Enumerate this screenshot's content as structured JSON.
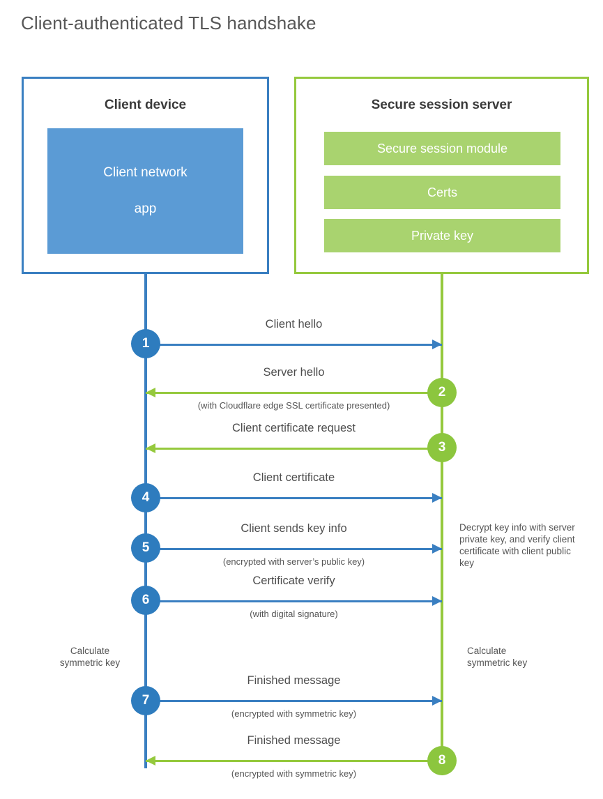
{
  "title": "Client-authenticated TLS handshake",
  "colors": {
    "blue_border": "#3a7fc1",
    "blue_fill": "#5b9bd5",
    "blue_circle": "#2e7cbe",
    "green_border": "#95c93d",
    "green_fill": "#a9d36f",
    "green_circle": "#8cc63e",
    "text": "#4d4d4d",
    "background": "#ffffff"
  },
  "client": {
    "title": "Client device",
    "app_label_line1": "Client network",
    "app_label_line2": "app"
  },
  "server": {
    "title": "Secure session server",
    "blocks": [
      {
        "label": "Secure session module"
      },
      {
        "label": "Certs"
      },
      {
        "label": "Private key"
      }
    ]
  },
  "steps": [
    {
      "number": "1",
      "label": "Client hello",
      "sublabel": "",
      "direction": "to-server",
      "color": "blue"
    },
    {
      "number": "2",
      "label": "Server hello",
      "sublabel": "(with Cloudflare edge SSL certificate presented)",
      "direction": "to-client",
      "color": "green"
    },
    {
      "number": "3",
      "label": "Client certificate request",
      "sublabel": "",
      "direction": "to-client",
      "color": "green"
    },
    {
      "number": "4",
      "label": "Client certificate",
      "sublabel": "",
      "direction": "to-server",
      "color": "blue"
    },
    {
      "number": "5",
      "label": "Client sends key info",
      "sublabel": "(encrypted with server’s public key)",
      "direction": "to-server",
      "color": "blue"
    },
    {
      "number": "6",
      "label": "Certificate verify",
      "sublabel": "(with digital signature)",
      "direction": "to-server",
      "color": "blue"
    },
    {
      "number": "7",
      "label": "Finished message",
      "sublabel": "(encrypted with symmetric key)",
      "direction": "to-server",
      "color": "blue"
    },
    {
      "number": "8",
      "label": "Finished message",
      "sublabel": "(encrypted with symmetric key)",
      "direction": "to-client",
      "color": "green"
    }
  ],
  "notes": {
    "server_decrypt": "Decrypt key info with server private key, and verify client certificate with client public key",
    "client_calculate_line1": "Calculate",
    "client_calculate_line2": "symmetric key",
    "server_calculate_line1": "Calculate",
    "server_calculate_line2": "symmetric key"
  }
}
